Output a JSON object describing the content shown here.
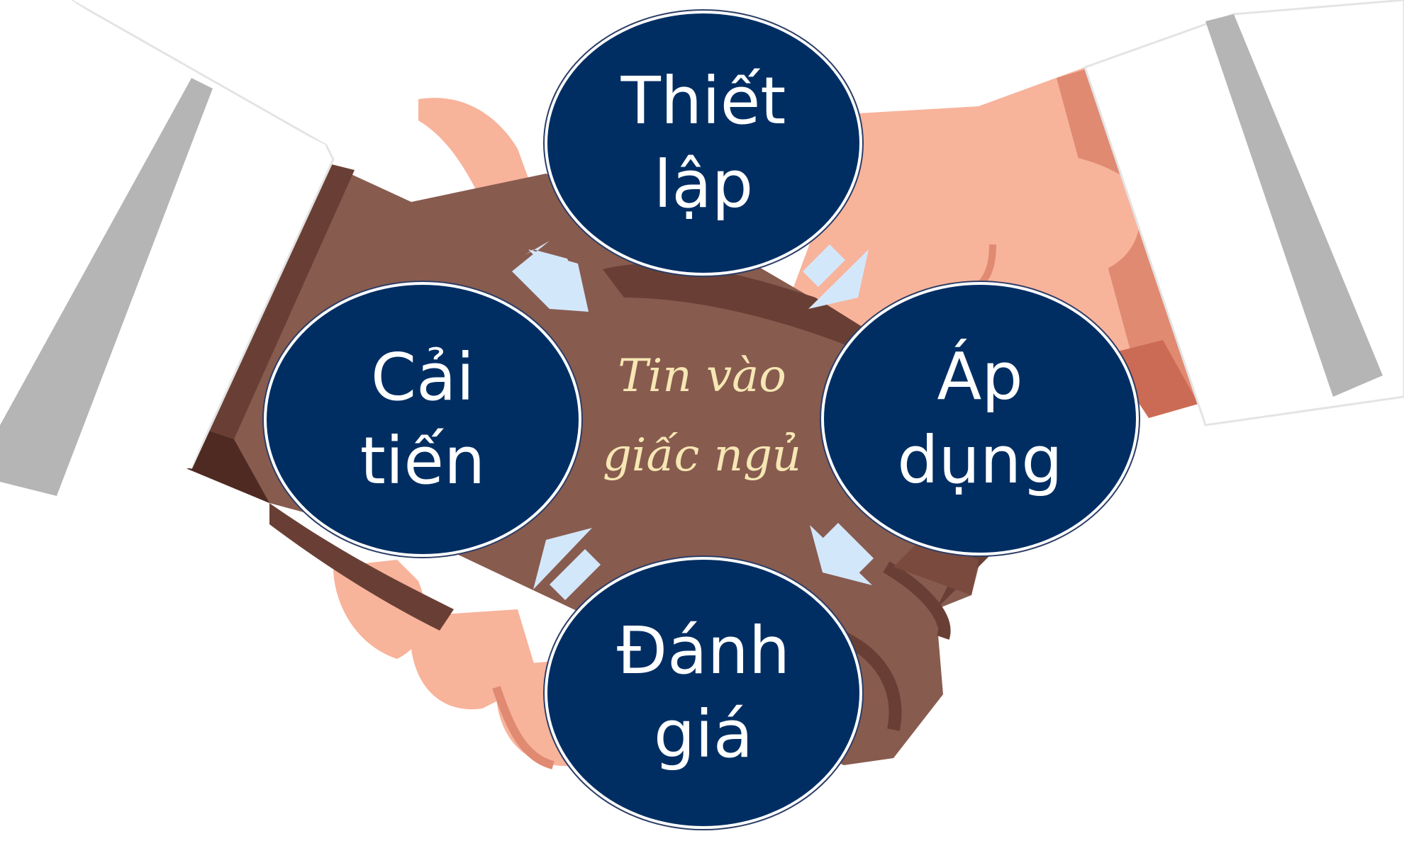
{
  "diagram": {
    "center": [
      "Tin vào",
      "giấc ngủ"
    ],
    "steps": [
      {
        "id": "thiet-lap",
        "lines": [
          "Thiết",
          "lập"
        ]
      },
      {
        "id": "ap-dung",
        "lines": [
          "Áp",
          "dụng"
        ]
      },
      {
        "id": "danh-gia",
        "lines": [
          "Đánh",
          "giá"
        ]
      },
      {
        "id": "cai-tien",
        "lines": [
          "Cải",
          "tiến"
        ]
      }
    ],
    "cycle_direction": "clockwise"
  },
  "colors": {
    "node_fill": "#002e63",
    "node_text": "#ffffff",
    "center_text": "#f6e7b4",
    "arrow_fill": "#d3e7fb",
    "skin_light": "#f8b39b",
    "skin_light_shade": "#e08a72",
    "skin_dark": "#885b4f",
    "skin_dark_shade": "#693f35",
    "sleeve": "#ffffff",
    "cuff_stripe": "#b5b5b5"
  }
}
